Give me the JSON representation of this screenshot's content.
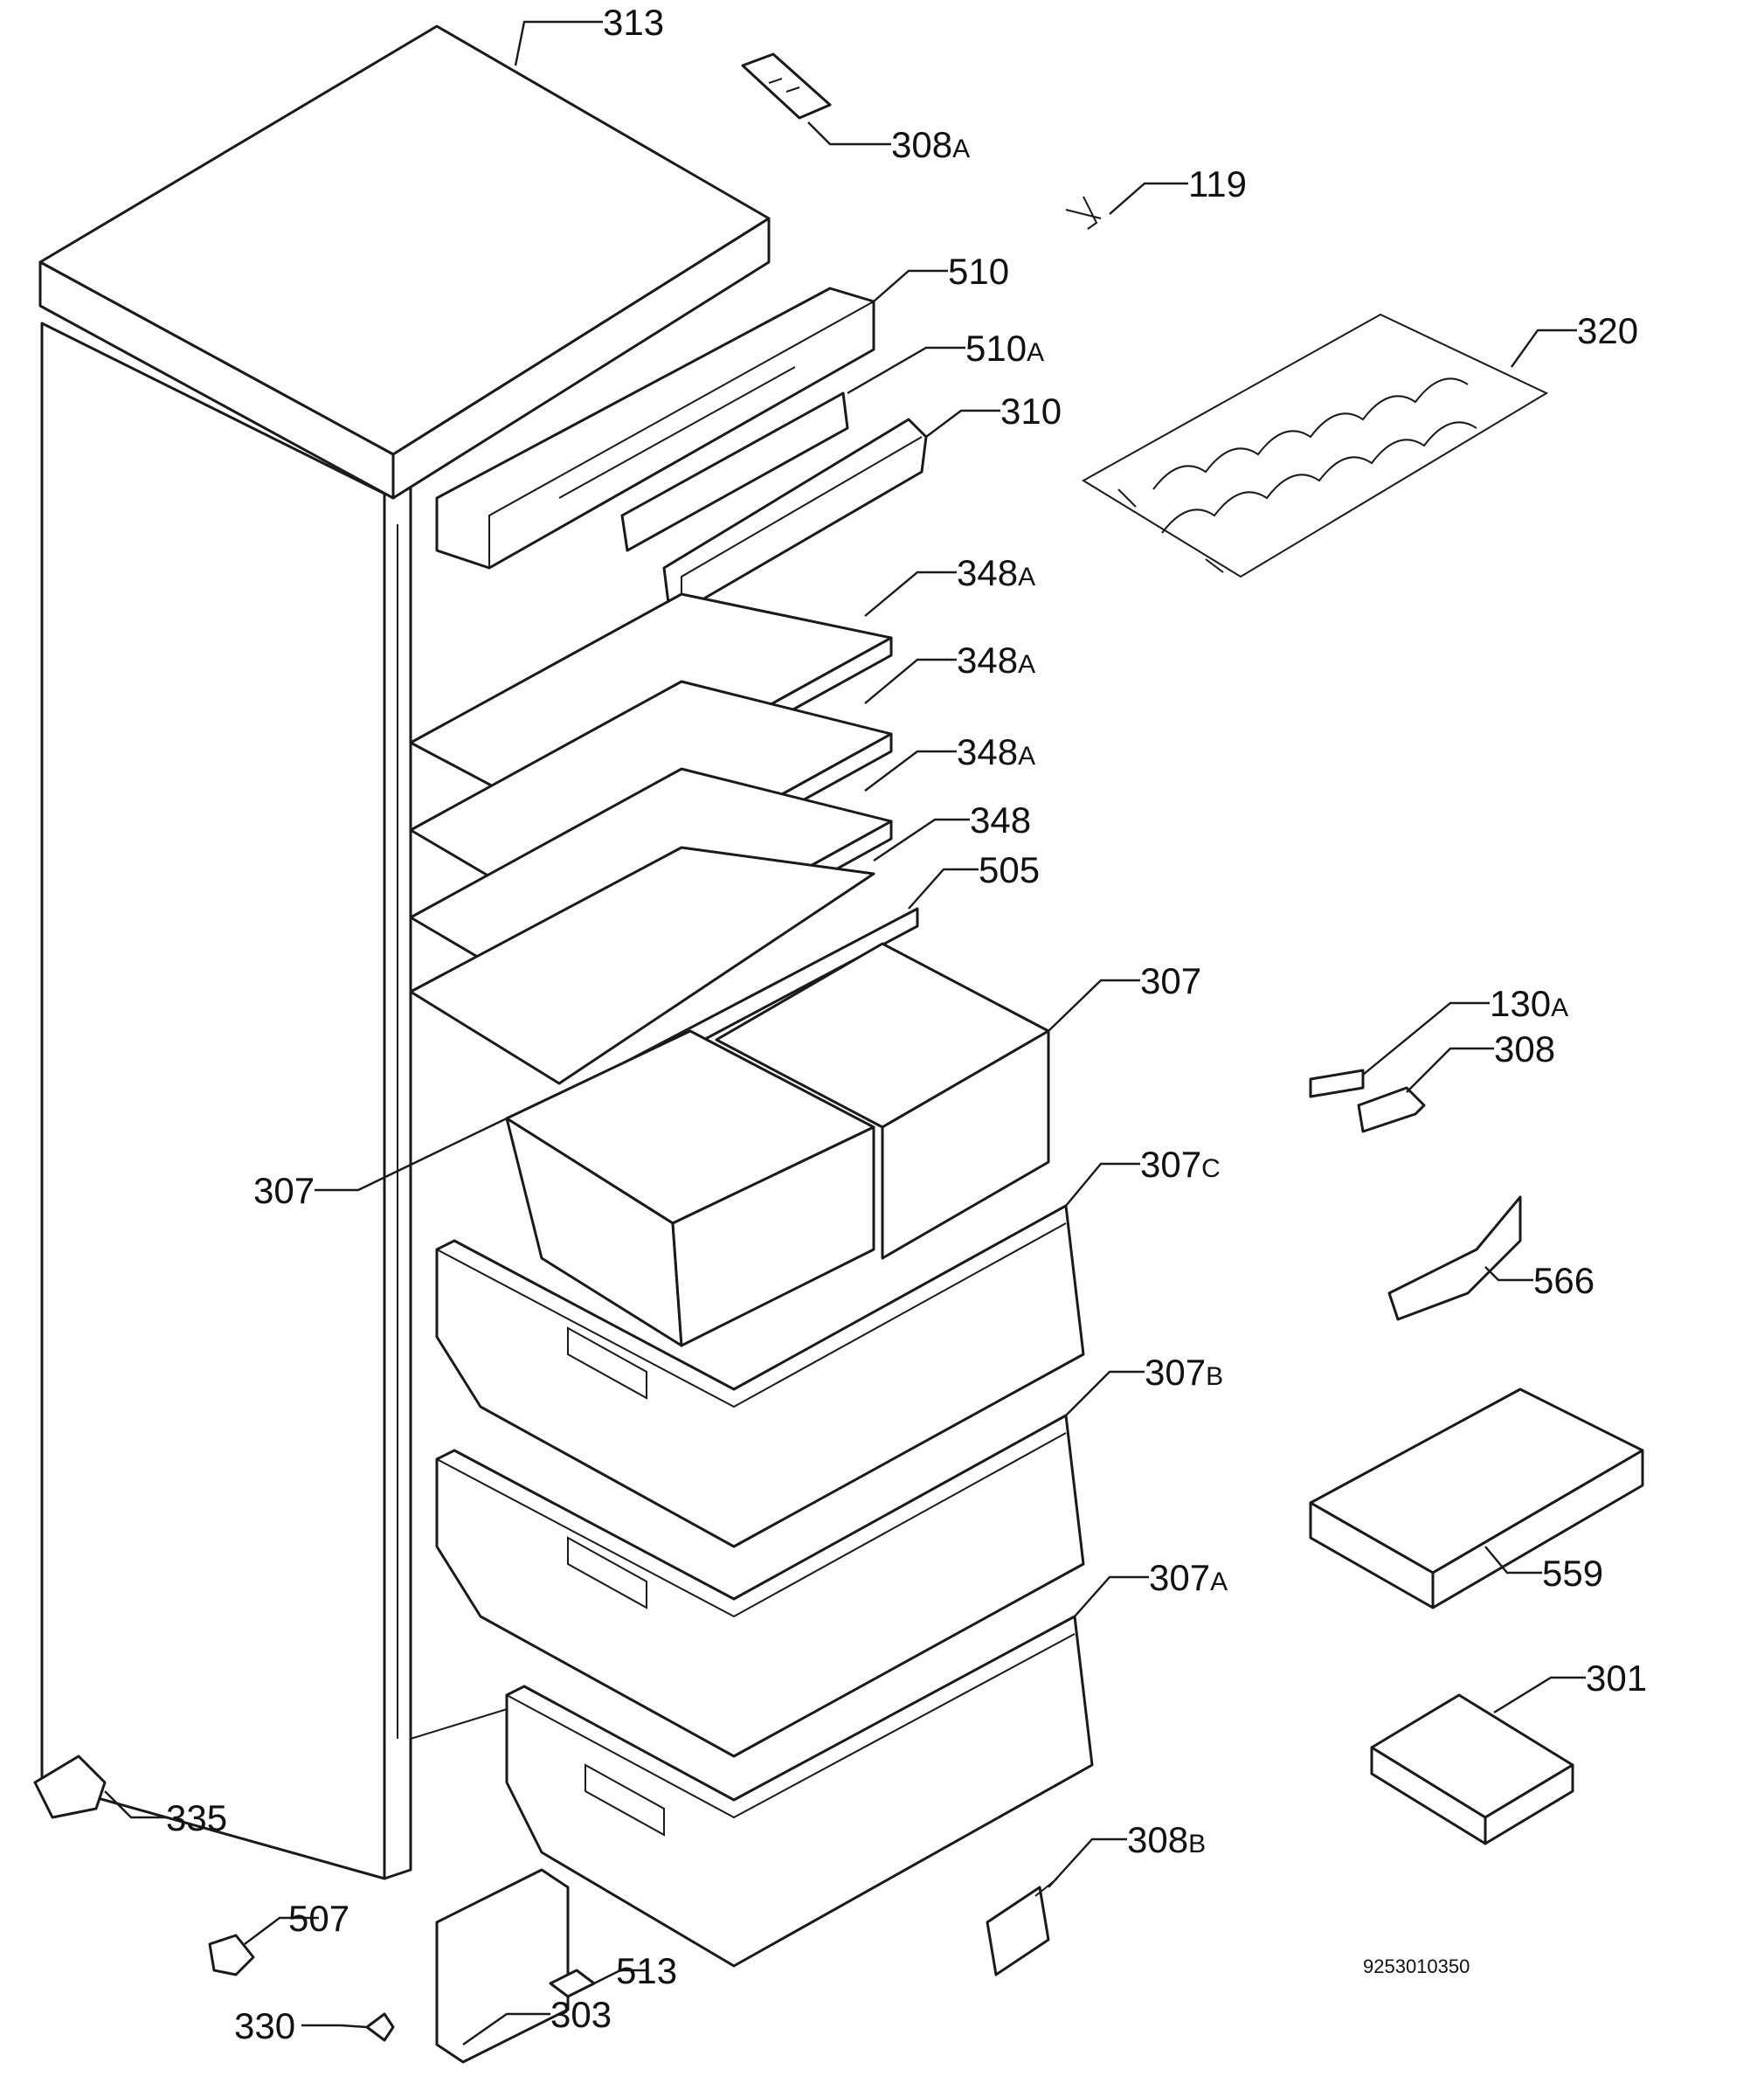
{
  "diagram": {
    "reference_number": "9253010350",
    "callouts": [
      {
        "id": "313",
        "number": "313",
        "suffix": ""
      },
      {
        "id": "308a",
        "number": "308",
        "suffix": "A"
      },
      {
        "id": "119",
        "number": "119",
        "suffix": ""
      },
      {
        "id": "510",
        "number": "510",
        "suffix": ""
      },
      {
        "id": "510a",
        "number": "510",
        "suffix": "A"
      },
      {
        "id": "310",
        "number": "310",
        "suffix": ""
      },
      {
        "id": "320",
        "number": "320",
        "suffix": ""
      },
      {
        "id": "348a-1",
        "number": "348",
        "suffix": "A"
      },
      {
        "id": "348a-2",
        "number": "348",
        "suffix": "A"
      },
      {
        "id": "348a-3",
        "number": "348",
        "suffix": "A"
      },
      {
        "id": "348",
        "number": "348",
        "suffix": ""
      },
      {
        "id": "505",
        "number": "505",
        "suffix": ""
      },
      {
        "id": "307-right",
        "number": "307",
        "suffix": ""
      },
      {
        "id": "307-left",
        "number": "307",
        "suffix": ""
      },
      {
        "id": "130a",
        "number": "130",
        "suffix": "A"
      },
      {
        "id": "308",
        "number": "308",
        "suffix": ""
      },
      {
        "id": "307c",
        "number": "307",
        "suffix": "C"
      },
      {
        "id": "566",
        "number": "566",
        "suffix": ""
      },
      {
        "id": "307b",
        "number": "307",
        "suffix": "B"
      },
      {
        "id": "559",
        "number": "559",
        "suffix": ""
      },
      {
        "id": "307a",
        "number": "307",
        "suffix": "A"
      },
      {
        "id": "301",
        "number": "301",
        "suffix": ""
      },
      {
        "id": "335",
        "number": "335",
        "suffix": ""
      },
      {
        "id": "308b",
        "number": "308",
        "suffix": "B"
      },
      {
        "id": "507",
        "number": "507",
        "suffix": ""
      },
      {
        "id": "513",
        "number": "513",
        "suffix": ""
      },
      {
        "id": "303",
        "number": "303",
        "suffix": ""
      },
      {
        "id": "330",
        "number": "330",
        "suffix": ""
      }
    ]
  }
}
